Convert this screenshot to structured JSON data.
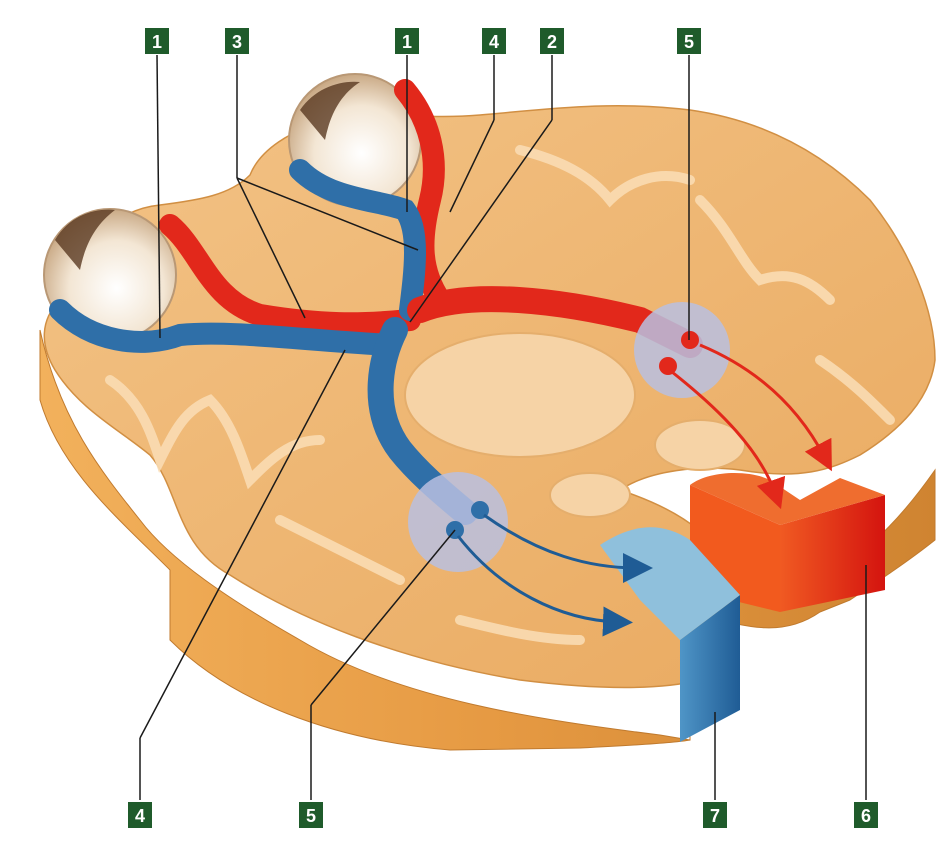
{
  "diagram": {
    "colors": {
      "badge": "#1f5b2b",
      "tissue_light": "#f6d3a6",
      "tissue_mid": "#eeb06a",
      "tissue_side": "#e9a24e",
      "tissue_side_dark": "#c9802f",
      "red_pathway": "#e2281b",
      "red_light": "#f07a3a",
      "blue_pathway": "#2f6fa8",
      "blue_light": "#9cc7df",
      "nucleus": "#b9bfe0"
    },
    "labels": [
      {
        "id": "top-1-left",
        "text": "1"
      },
      {
        "id": "top-3",
        "text": "3"
      },
      {
        "id": "top-1-right",
        "text": "1"
      },
      {
        "id": "top-4",
        "text": "4"
      },
      {
        "id": "top-2",
        "text": "2"
      },
      {
        "id": "top-5",
        "text": "5"
      },
      {
        "id": "bottom-4",
        "text": "4"
      },
      {
        "id": "bottom-5",
        "text": "5"
      },
      {
        "id": "bottom-7",
        "text": "7"
      },
      {
        "id": "bottom-6",
        "text": "6"
      }
    ]
  }
}
